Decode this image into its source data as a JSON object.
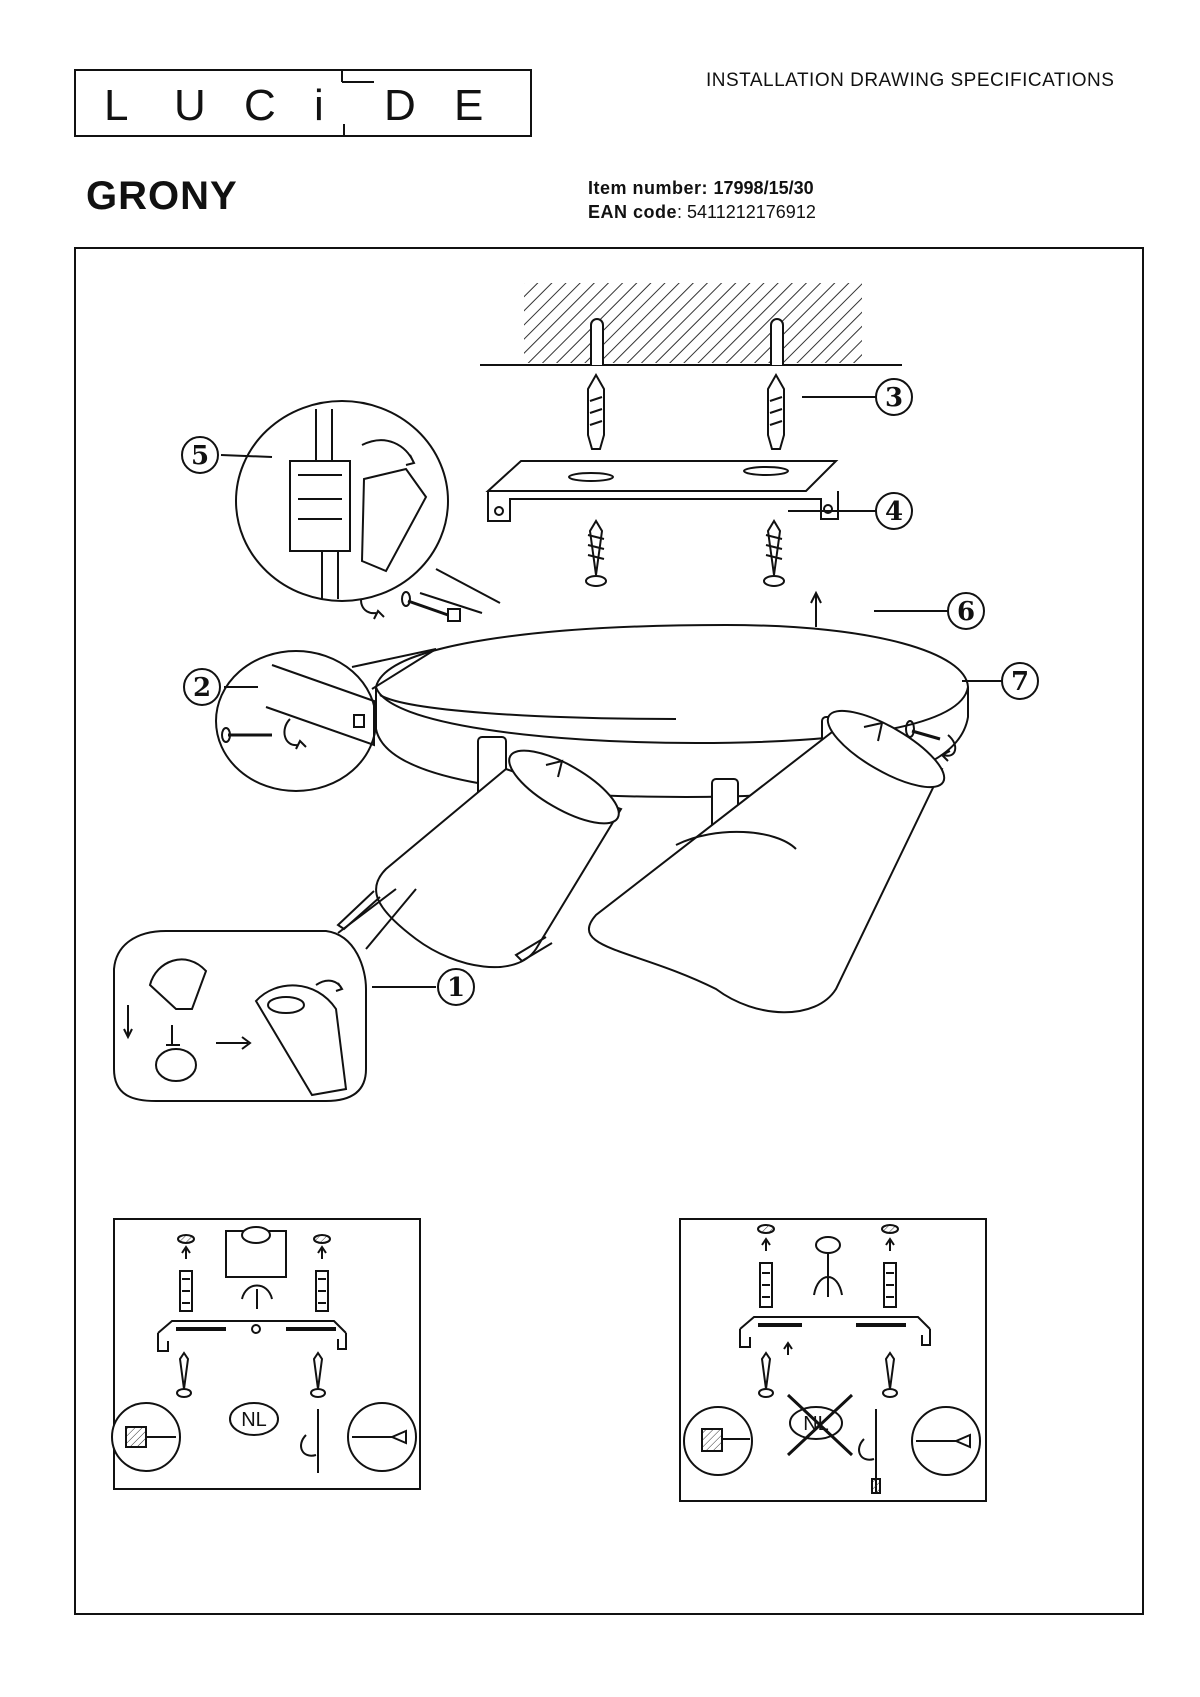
{
  "header": {
    "brand": "LUCIDE",
    "brand_letters": [
      "L",
      "U",
      "C",
      "I",
      "D",
      "E"
    ],
    "doc_type": "INSTALLATION DRAWING SPECIFICATIONS",
    "product_name": "GRONY",
    "item_label": "Item number: ",
    "item_value": "17998/15/30",
    "ean_label": "EAN code",
    "ean_value": ": 5411212176912"
  },
  "diagram": {
    "callouts": [
      "1",
      "2",
      "3",
      "4",
      "5",
      "6",
      "7"
    ],
    "panel_left_badge": "NL",
    "panel_right_badge": "NL"
  },
  "colors": {
    "ink": "#111111",
    "paper": "#ffffff"
  }
}
